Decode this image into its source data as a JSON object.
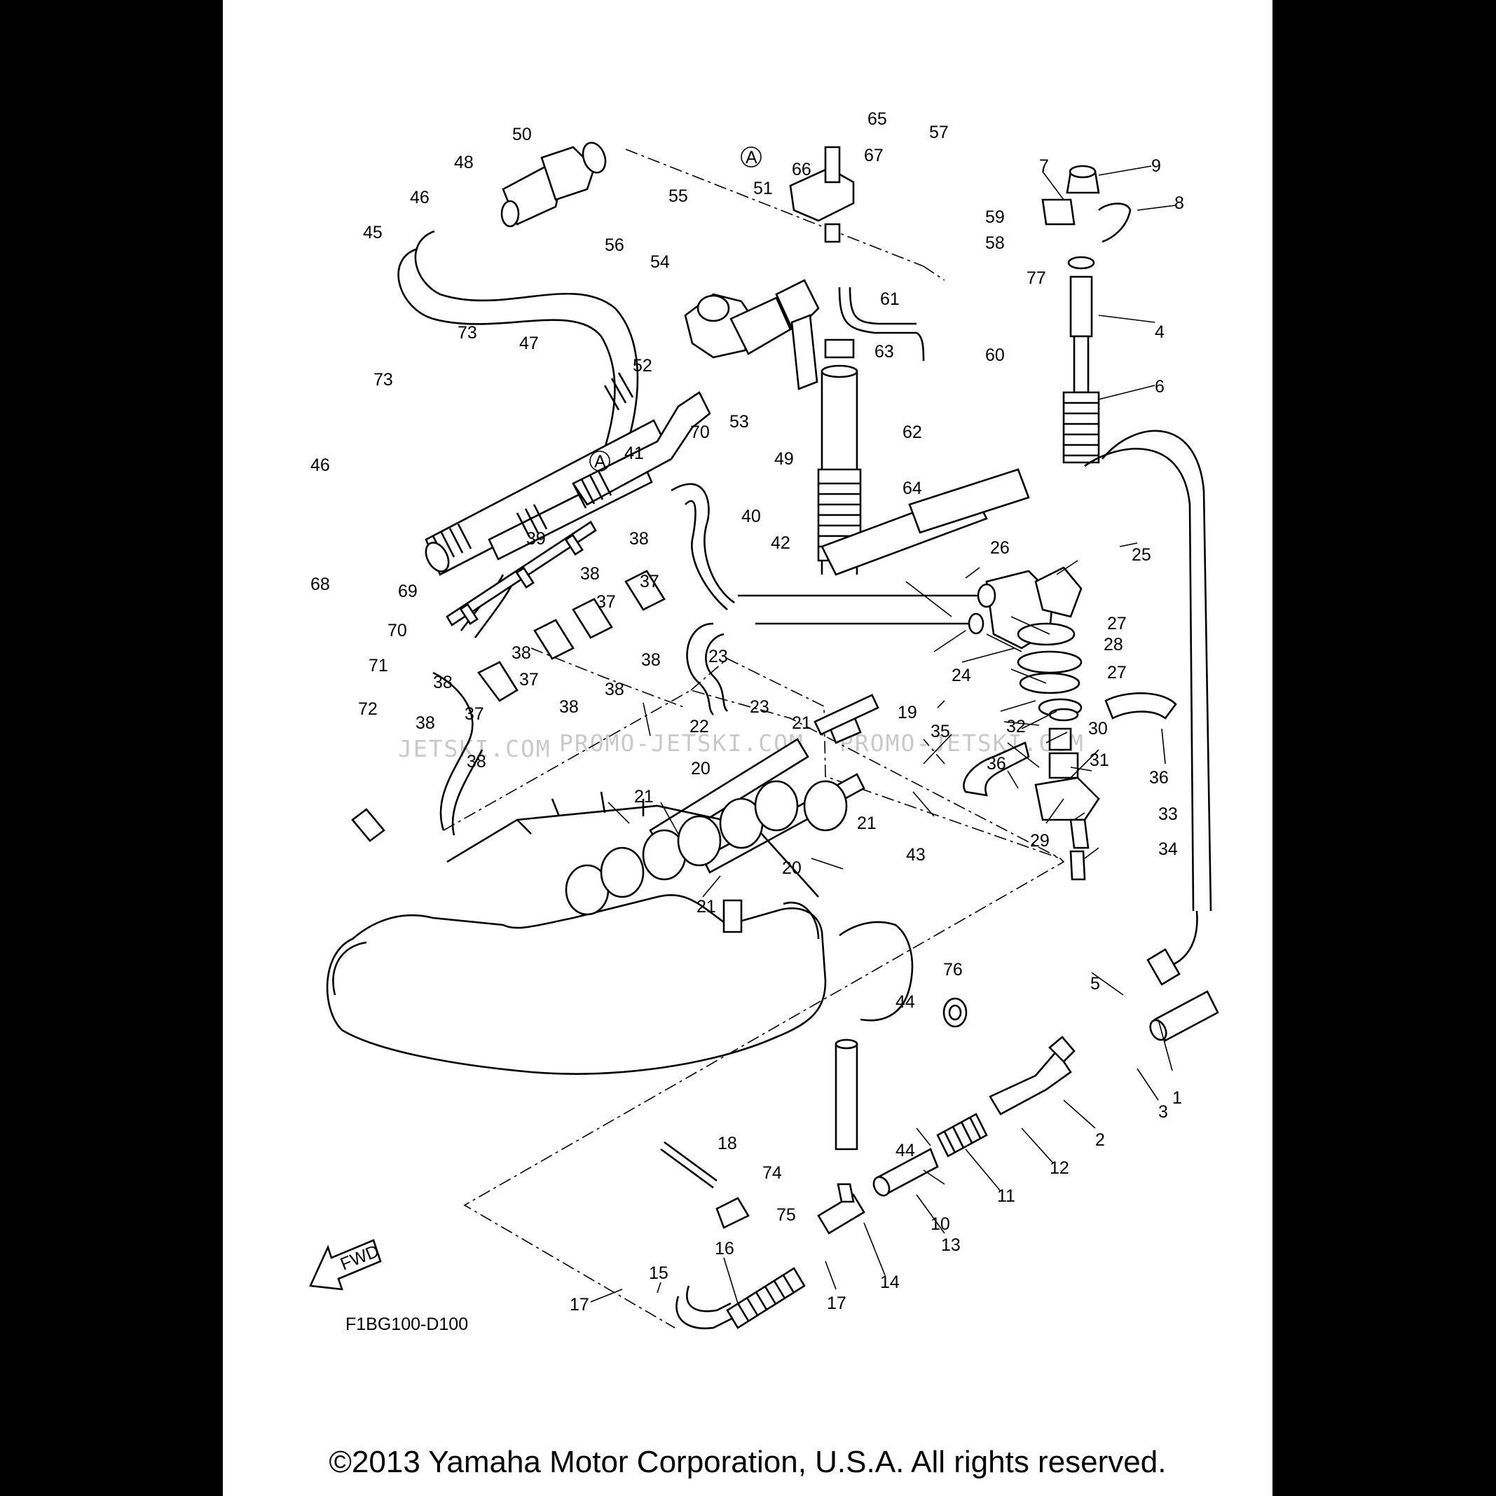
{
  "copyright": "©2013 Yamaha Motor Corporation, U.S.A. All rights reserved.",
  "figure_code": "F1BG100-D100",
  "fwd_label": "FWD",
  "ref_marker": "A",
  "watermarks": [
    "JETSKI.COM",
    "PROMO-JETSKI.COM",
    "PROMO-JETSKI.COM"
  ],
  "callouts": [
    "1",
    "2",
    "3",
    "4",
    "5",
    "6",
    "7",
    "8",
    "9",
    "10",
    "11",
    "12",
    "13",
    "14",
    "15",
    "16",
    "17",
    "17",
    "18",
    "19",
    "20",
    "20",
    "21",
    "21",
    "21",
    "21",
    "22",
    "23",
    "23",
    "24",
    "25",
    "26",
    "27",
    "27",
    "28",
    "29",
    "30",
    "31",
    "32",
    "33",
    "34",
    "35",
    "36",
    "36",
    "37",
    "37",
    "37",
    "37",
    "38",
    "38",
    "38",
    "38",
    "38",
    "38",
    "38",
    "38",
    "38",
    "39",
    "40",
    "41",
    "42",
    "43",
    "44",
    "44",
    "45",
    "46",
    "46",
    "47",
    "48",
    "49",
    "50",
    "51",
    "52",
    "53",
    "54",
    "55",
    "56",
    "57",
    "58",
    "59",
    "60",
    "61",
    "62",
    "63",
    "64",
    "65",
    "66",
    "67",
    "68",
    "69",
    "70",
    "70",
    "71",
    "72",
    "73",
    "73",
    "74",
    "75",
    "76",
    "77"
  ],
  "colors": {
    "background": "#ffffff",
    "line": "#000000",
    "frame": "#000000",
    "watermark": "#c9c9c9"
  }
}
